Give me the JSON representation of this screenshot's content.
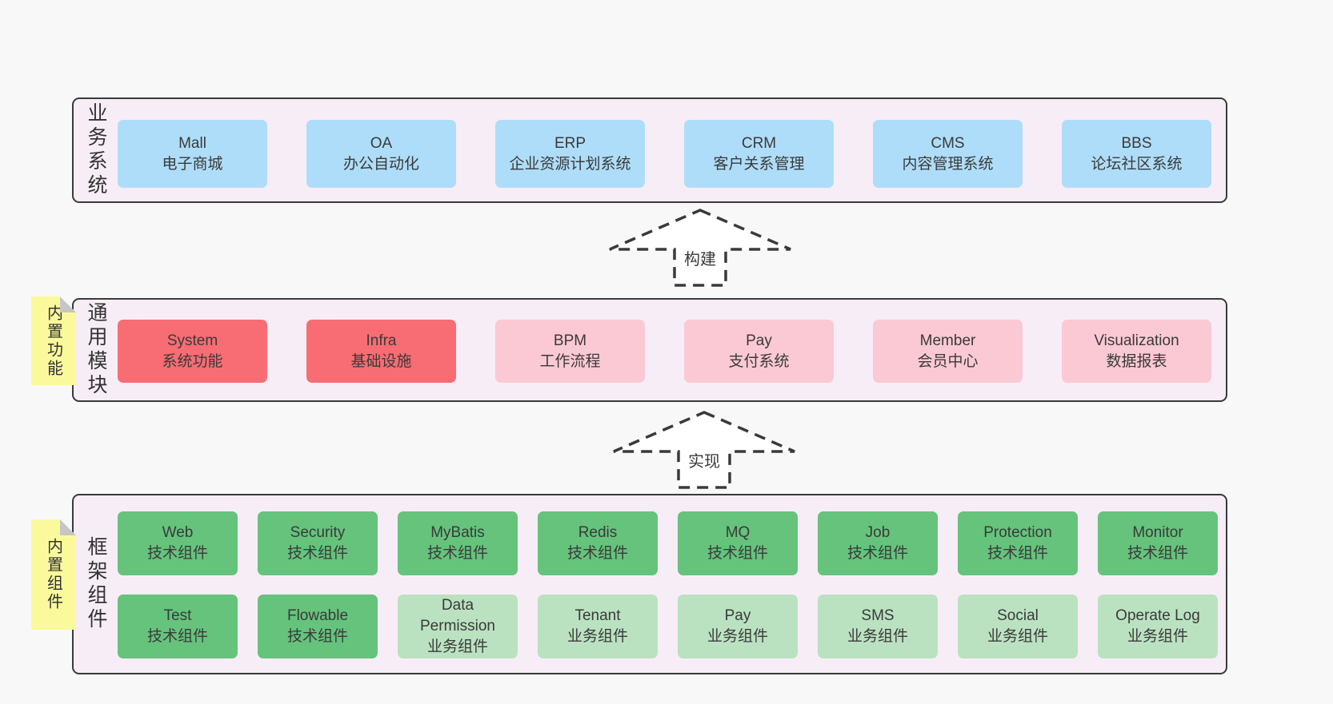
{
  "colors": {
    "page_bg": "#f8f8f8",
    "band_bg": "#f7edf6",
    "band_border": "#3a3a3a",
    "blue": "#aeddf9",
    "red": "#f76d73",
    "pink": "#fbc9d4",
    "green": "#65c37c",
    "lightgreen": "#bae2c1",
    "sticky_yellow": "#fafa9d",
    "sticky_fold": "#c6c6c6",
    "text": "#3a3a3a",
    "arrow_fill": "#ffffff"
  },
  "arrows": [
    {
      "label": "构建"
    },
    {
      "label": "实现"
    }
  ],
  "stickies": [
    {
      "label": "内置功能"
    },
    {
      "label": "内置组件"
    }
  ],
  "layers": [
    {
      "id": "business",
      "label": "业务系统",
      "boxes": [
        {
          "title": "Mall",
          "subtitle": "电子商城",
          "color": "blue"
        },
        {
          "title": "OA",
          "subtitle": "办公自动化",
          "color": "blue"
        },
        {
          "title": "ERP",
          "subtitle": "企业资源计划系统",
          "color": "blue"
        },
        {
          "title": "CRM",
          "subtitle": "客户关系管理",
          "color": "blue"
        },
        {
          "title": "CMS",
          "subtitle": "内容管理系统",
          "color": "blue"
        },
        {
          "title": "BBS",
          "subtitle": "论坛社区系统",
          "color": "blue"
        }
      ]
    },
    {
      "id": "modules",
      "label": "通用模块",
      "sticky": "内置功能",
      "boxes": [
        {
          "title": "System",
          "subtitle": "系统功能",
          "color": "red"
        },
        {
          "title": "Infra",
          "subtitle": "基础设施",
          "color": "red"
        },
        {
          "title": "BPM",
          "subtitle": "工作流程",
          "color": "pink"
        },
        {
          "title": "Pay",
          "subtitle": "支付系统",
          "color": "pink"
        },
        {
          "title": "Member",
          "subtitle": "会员中心",
          "color": "pink"
        },
        {
          "title": "Visualization",
          "subtitle": "数据报表",
          "color": "pink"
        }
      ]
    },
    {
      "id": "components",
      "label": "框架组件",
      "sticky": "内置组件",
      "row_top": [
        {
          "title": "Web",
          "subtitle": "技术组件",
          "color": "green"
        },
        {
          "title": "Security",
          "subtitle": "技术组件",
          "color": "green"
        },
        {
          "title": "MyBatis",
          "subtitle": "技术组件",
          "color": "green"
        },
        {
          "title": "Redis",
          "subtitle": "技术组件",
          "color": "green"
        },
        {
          "title": "MQ",
          "subtitle": "技术组件",
          "color": "green"
        },
        {
          "title": "Job",
          "subtitle": "技术组件",
          "color": "green"
        },
        {
          "title": "Protection",
          "subtitle": "技术组件",
          "color": "green"
        },
        {
          "title": "Monitor",
          "subtitle": "技术组件",
          "color": "green"
        }
      ],
      "row_bottom": [
        {
          "title": "Test",
          "subtitle": "技术组件",
          "color": "green"
        },
        {
          "title": "Flowable",
          "subtitle": "技术组件",
          "color": "green"
        },
        {
          "title": "Data Permission",
          "subtitle": "业务组件",
          "color": "lightgreen"
        },
        {
          "title": "Tenant",
          "subtitle": "业务组件",
          "color": "lightgreen"
        },
        {
          "title": "Pay",
          "subtitle": "业务组件",
          "color": "lightgreen"
        },
        {
          "title": "SMS",
          "subtitle": "业务组件",
          "color": "lightgreen"
        },
        {
          "title": "Social",
          "subtitle": "业务组件",
          "color": "lightgreen"
        },
        {
          "title": "Operate Log",
          "subtitle": "业务组件",
          "color": "lightgreen"
        }
      ]
    }
  ]
}
